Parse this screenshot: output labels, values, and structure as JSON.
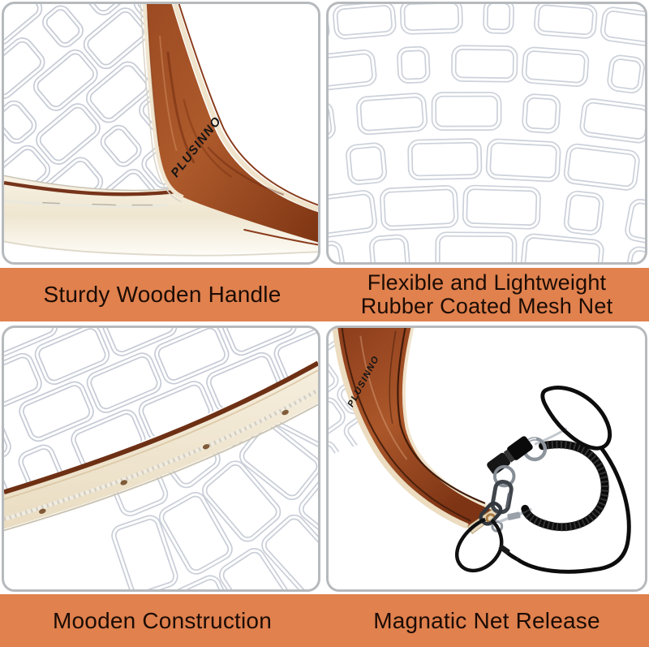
{
  "brand": {
    "logo_text": "PLUSINNO"
  },
  "captions": {
    "top_left": {
      "lines": [
        "Sturdy Wooden Handle",
        ""
      ]
    },
    "top_right": {
      "lines": [
        "Flexible and Lightweight",
        "Rubber Coated Mesh Net"
      ]
    },
    "bottom_left": {
      "lines": [
        "Mooden Construction",
        ""
      ]
    },
    "bottom_right": {
      "lines": [
        "Magnatic Net Release",
        ""
      ]
    }
  },
  "colors": {
    "caption_band_orange": "#E0814E",
    "caption_text": "#1C0C04",
    "panel_border_gray": "#B7BABD",
    "wood_mahogany": "#A0522A",
    "wood_trim_cream": "#EFE2C9",
    "wood_pinstripe": "#8A3C1C",
    "mesh_line_gray": "#C9CED8",
    "lanyard_black": "#0D0D0D",
    "metal_gray": "#8D949C"
  }
}
